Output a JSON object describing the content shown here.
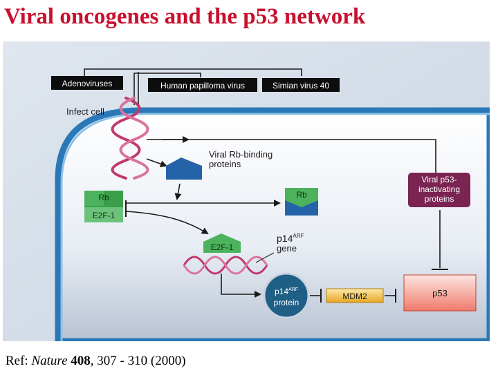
{
  "slide": {
    "title": "Viral oncogenes and the p53 network",
    "reference": {
      "prefix": "Ref: ",
      "journal": "Nature",
      "volume": "408",
      "pages": ", 307 - 310 (2000)"
    }
  },
  "diagram": {
    "viruses": [
      "Adenoviruses",
      "Human papilloma virus",
      "Simian virus 40"
    ],
    "infect_label": "Infect cell",
    "rb_binding_label": [
      "Viral Rb-binding",
      "proteins"
    ],
    "rb_label": "Rb",
    "e2f_label": "E2F-1",
    "p14_gene_label": {
      "name": "p14",
      "superscript": "ARF",
      "line2": "gene"
    },
    "p14_protein_label": {
      "name": "p14",
      "superscript": "ARF",
      "line2": "protein"
    },
    "mdm2_label": "MDM2",
    "p53_label": "p53",
    "p53_inactivating_label": [
      "Viral p53-",
      "inactivating",
      "proteins"
    ]
  }
}
